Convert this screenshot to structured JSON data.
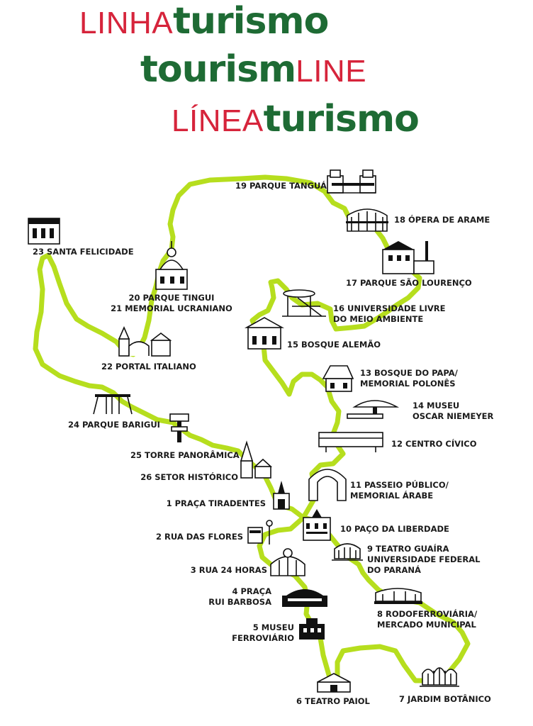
{
  "title": {
    "line1": {
      "thin": "LINHA",
      "bold": "turismo"
    },
    "line2": {
      "bold": "tourism",
      "thin": "LINE"
    },
    "line3": {
      "thin": "LÍNEA",
      "bold": "turismo"
    }
  },
  "colors": {
    "route": "#b6de1e",
    "brand_red": "#d6243b",
    "brand_green": "#1e6b34"
  },
  "stops": {
    "s1": [
      "1 PRAÇA TIRADENTES"
    ],
    "s2": [
      "2 RUA DAS FLORES"
    ],
    "s3": [
      "3 RUA 24 HORAS"
    ],
    "s4": [
      "4 PRAÇA",
      "RUI BARBOSA"
    ],
    "s5": [
      "5 MUSEU",
      "FERROVIÁRIO"
    ],
    "s6": [
      "6 TEATRO PAIOL"
    ],
    "s7": [
      "7 JARDIM BOTÂNICO"
    ],
    "s8": [
      "8 RODOFERROVIÁRIA/",
      "MERCADO MUNICIPAL"
    ],
    "s9": [
      "9 TEATRO GUAÍRA",
      "UNIVERSIDADE FEDERAL",
      "DO PARANÁ"
    ],
    "s10": [
      "10 PAÇO DA LIBERDADE"
    ],
    "s11": [
      "11 PASSEIO PÚBLICO/",
      "MEMORIAL ÁRABE"
    ],
    "s12": [
      "12 CENTRO CÍVICO"
    ],
    "s13": [
      "13 BOSQUE DO PAPA/",
      "MEMORIAL POLONÊS"
    ],
    "s14": [
      "14 MUSEU",
      "OSCAR NIEMEYER"
    ],
    "s15": [
      "15 BOSQUE ALEMÃO"
    ],
    "s16": [
      "16 UNIVERSIDADE LIVRE",
      "DO MEIO AMBIENTE"
    ],
    "s17": [
      "17 PARQUE SÃO LOURENÇO"
    ],
    "s18": [
      "18 ÓPERA DE ARAME"
    ],
    "s19": [
      "19 PARQUE TANGUÁ"
    ],
    "s20": [
      "20 PARQUE TINGUI",
      "21 MEMORIAL UCRANIANO"
    ],
    "s22": [
      "22 PORTAL ITALIANO"
    ],
    "s23": [
      "23 SANTA FELICIDADE"
    ],
    "s24": [
      "24 PARQUE BARIGUI"
    ],
    "s25": [
      "25 TORRE PANORÂMICA"
    ],
    "s26": [
      "26 SETOR HISTÓRICO"
    ]
  }
}
